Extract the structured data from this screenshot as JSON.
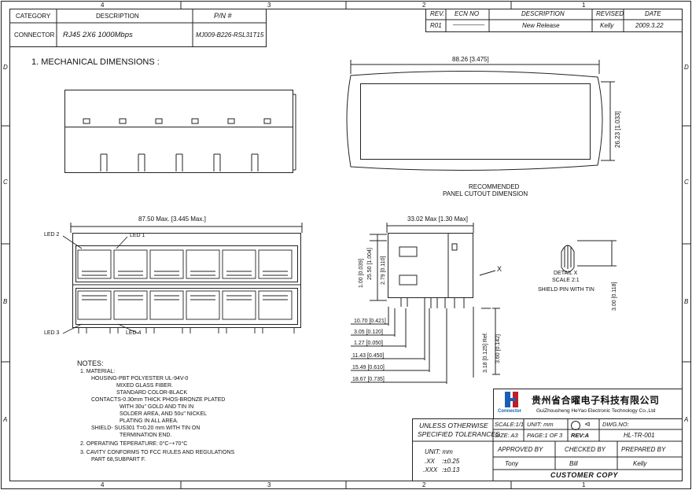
{
  "border": {
    "top_ticks": [
      "4",
      "3",
      "2",
      "1"
    ],
    "bottom_ticks": [
      "4",
      "3",
      "2",
      "1"
    ],
    "left_ticks": [
      "D",
      "C",
      "B",
      "A"
    ],
    "right_ticks": [
      "D",
      "C",
      "B",
      "A"
    ]
  },
  "header_left": {
    "col_category": "CATEGORY",
    "col_description": "DESCRIPTION",
    "col_pn": "P/N #",
    "category": "CONNECTOR",
    "description": "RJ45 2X6 1000Mbps",
    "pn": "MJ009-B226-RSL31T15"
  },
  "revision": {
    "col_rev": "REV.",
    "col_ecn": "ECN NO",
    "col_description": "DESCRIPTION",
    "col_revised": "REVISED",
    "col_date": "DATE",
    "row": {
      "rev": "R01",
      "ecn": "—————",
      "description": "New Release",
      "revised": "Kelly",
      "date": "2009.3.22"
    }
  },
  "section_title": "1. MECHANICAL DIMENSIONS :",
  "panel_cutout": {
    "width_dim": "88.26 [3.475]",
    "height_dim": "26.23 [1.033]",
    "caption_line1": "RECOMMENDED",
    "caption_line2": "PANEL CUTOUT DIMENSION"
  },
  "front_view": {
    "width_dim": "87.50 Max. [3.445 Max.]",
    "led1": "LED 1",
    "led2": "LED 2",
    "led3": "LED 3",
    "led4": "LED 4"
  },
  "side_view": {
    "top_dim": "33.02 Max [1.30 Max]",
    "dim_100": "1.00 [0.039]",
    "dim_2550": "25.50 [1.004]",
    "dim_279": "2.79 [0.110]",
    "marker_x": "X",
    "dims_left": [
      "10.70 [0.421]",
      "3.05 [0.120]",
      "1.27 [0.050]",
      "11.43 [0.450]",
      "15.49 [0.610]",
      "18.67 [0.735]"
    ],
    "dim_318": "3.18 [0.125] Ref.",
    "dim_360": "3.60 [0.142]"
  },
  "detail": {
    "title": "DETAIL X",
    "scale": "SCALE 2:1",
    "caption": "SHIELD PIN WITH TIN",
    "dim": "3.00 [0.118]"
  },
  "notes": {
    "heading": "NOTES:",
    "lines": [
      "1. MATERIAL:",
      "HOUSING-PBT POLYESTER UL-94V-0",
      "MIXED GLASS FIBER.",
      "STANDARD COLOR-BLACK",
      "CONTACTS-0.30mm THICK PHOS-BRONZE PLATED",
      "WITH 30u\" GOLD AND TIN IN",
      "SOLDER AREA, AND 50u\" NICKEL",
      "PLATING IN ALL AREA.",
      "SHIELD- SUS301 T=0.20 mm WITH TIN ON",
      "TERMINATION END.",
      "2. OPERATING TEPERATURE: 0°C~+70°C",
      "3. CAVITY CONFORMS TO FCC RULES AND REGULATIONS",
      "PART 68,SUBPART F."
    ]
  },
  "title_block": {
    "company_cn": "贵州省合曜电子科技有限公司",
    "company_en": "GuiZhousheng HeYao Electronic Technology Co.,Ltd",
    "logo_text": "Connector",
    "tolerance_line1": "UNLESS OTHERWISE",
    "tolerance_line2": "SPECIFIED TOLERANCES",
    "unit_line": "UNIT: mm",
    "tol_xx_label": ".XX",
    "tol_xx": ":±0.25",
    "tol_xxx_label": ".XXX",
    "tol_xxx": ":±0.13",
    "scale": "SCALE:1/1",
    "unit": "UNIT: mm",
    "dwg_no_label": "DWG.NO:",
    "size": "SIZE: A3",
    "page": "PAGE:1 OF 3",
    "rev": "REV:A",
    "dwg_no": "HL-TR-001",
    "approved_by": "APPROVED BY",
    "checked_by": "CHECKED BY",
    "prepared_by": "PREPARED BY",
    "approver": "Tony",
    "checker": "Bill",
    "preparer": "Kelly",
    "customer_copy": "CUSTOMER COPY"
  }
}
